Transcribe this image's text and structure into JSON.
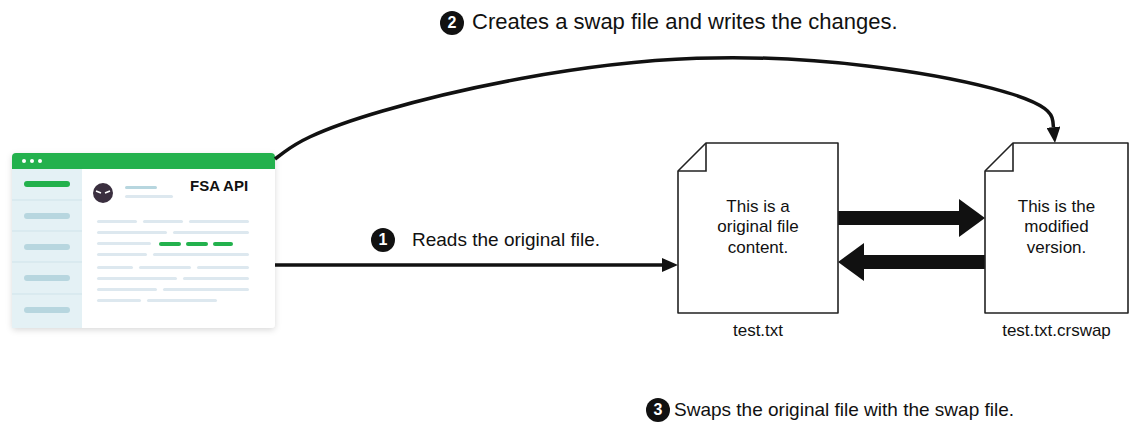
{
  "diagram": {
    "nodes": [
      {
        "text": [
          "FSA API"
        ]
      },
      {
        "text": [
          "This is a original file content.",
          "test.txt"
        ]
      },
      {
        "text": [
          "This is the modified version.",
          "test.txt.crswap"
        ]
      }
    ],
    "edges": [
      {
        "from": 0,
        "to": 1,
        "label": "Reads the original file.",
        "arrow": "to"
      },
      {
        "from": 0,
        "to": 2,
        "label": "Creates a swap file and writes the changes.",
        "arrow": "to"
      },
      {
        "from": 1,
        "to": 2,
        "arrow": "to"
      },
      {
        "from": 2,
        "to": 1,
        "arrow": "to"
      }
    ],
    "labels": [
      "2",
      "1",
      "3",
      "Swaps the original file with the swap file."
    ]
  }
}
